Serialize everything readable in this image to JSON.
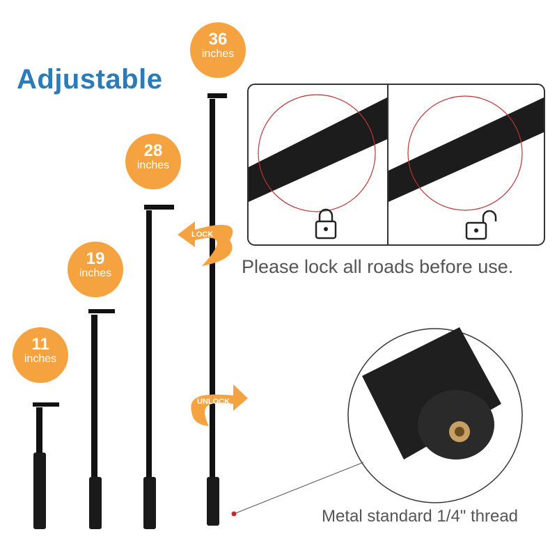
{
  "title": "Adjustable",
  "lengths": [
    {
      "value": "36",
      "unit": "inches"
    },
    {
      "value": "28",
      "unit": "inches"
    },
    {
      "value": "19",
      "unit": "inches"
    },
    {
      "value": "11",
      "unit": "inches"
    }
  ],
  "arrows": {
    "lock": "LOCK",
    "unlock": "UNLOCK"
  },
  "lock_caption": "Please lock all roads before use.",
  "thread_caption": "Metal standard 1/4\" thread",
  "colors": {
    "accent": "#f5a341",
    "title": "#2b7bb9",
    "pointer": "#c0282d"
  }
}
